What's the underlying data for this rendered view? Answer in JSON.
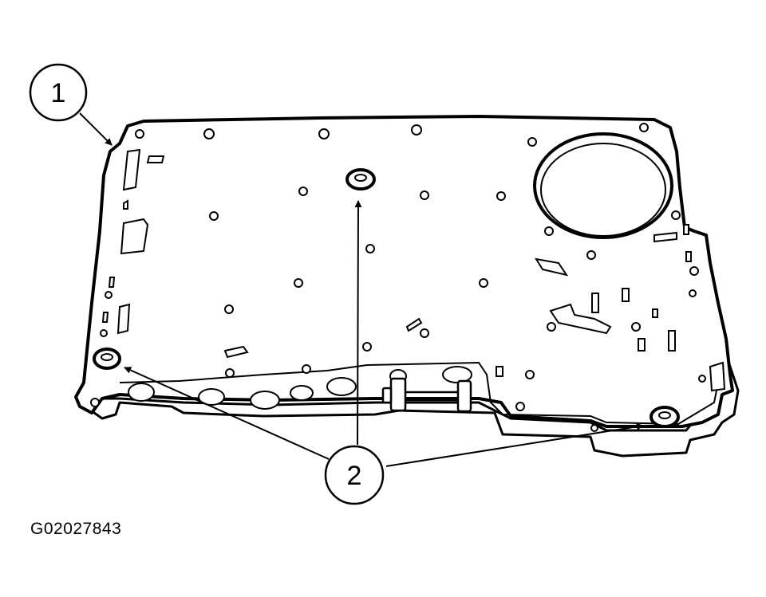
{
  "diagram": {
    "figure_id": "G02027843",
    "callouts": [
      {
        "id": "callout-1",
        "label": "1"
      },
      {
        "id": "callout-2",
        "label": "2"
      }
    ],
    "colors": {
      "line": "#000000",
      "fill": "#ffffff"
    }
  }
}
